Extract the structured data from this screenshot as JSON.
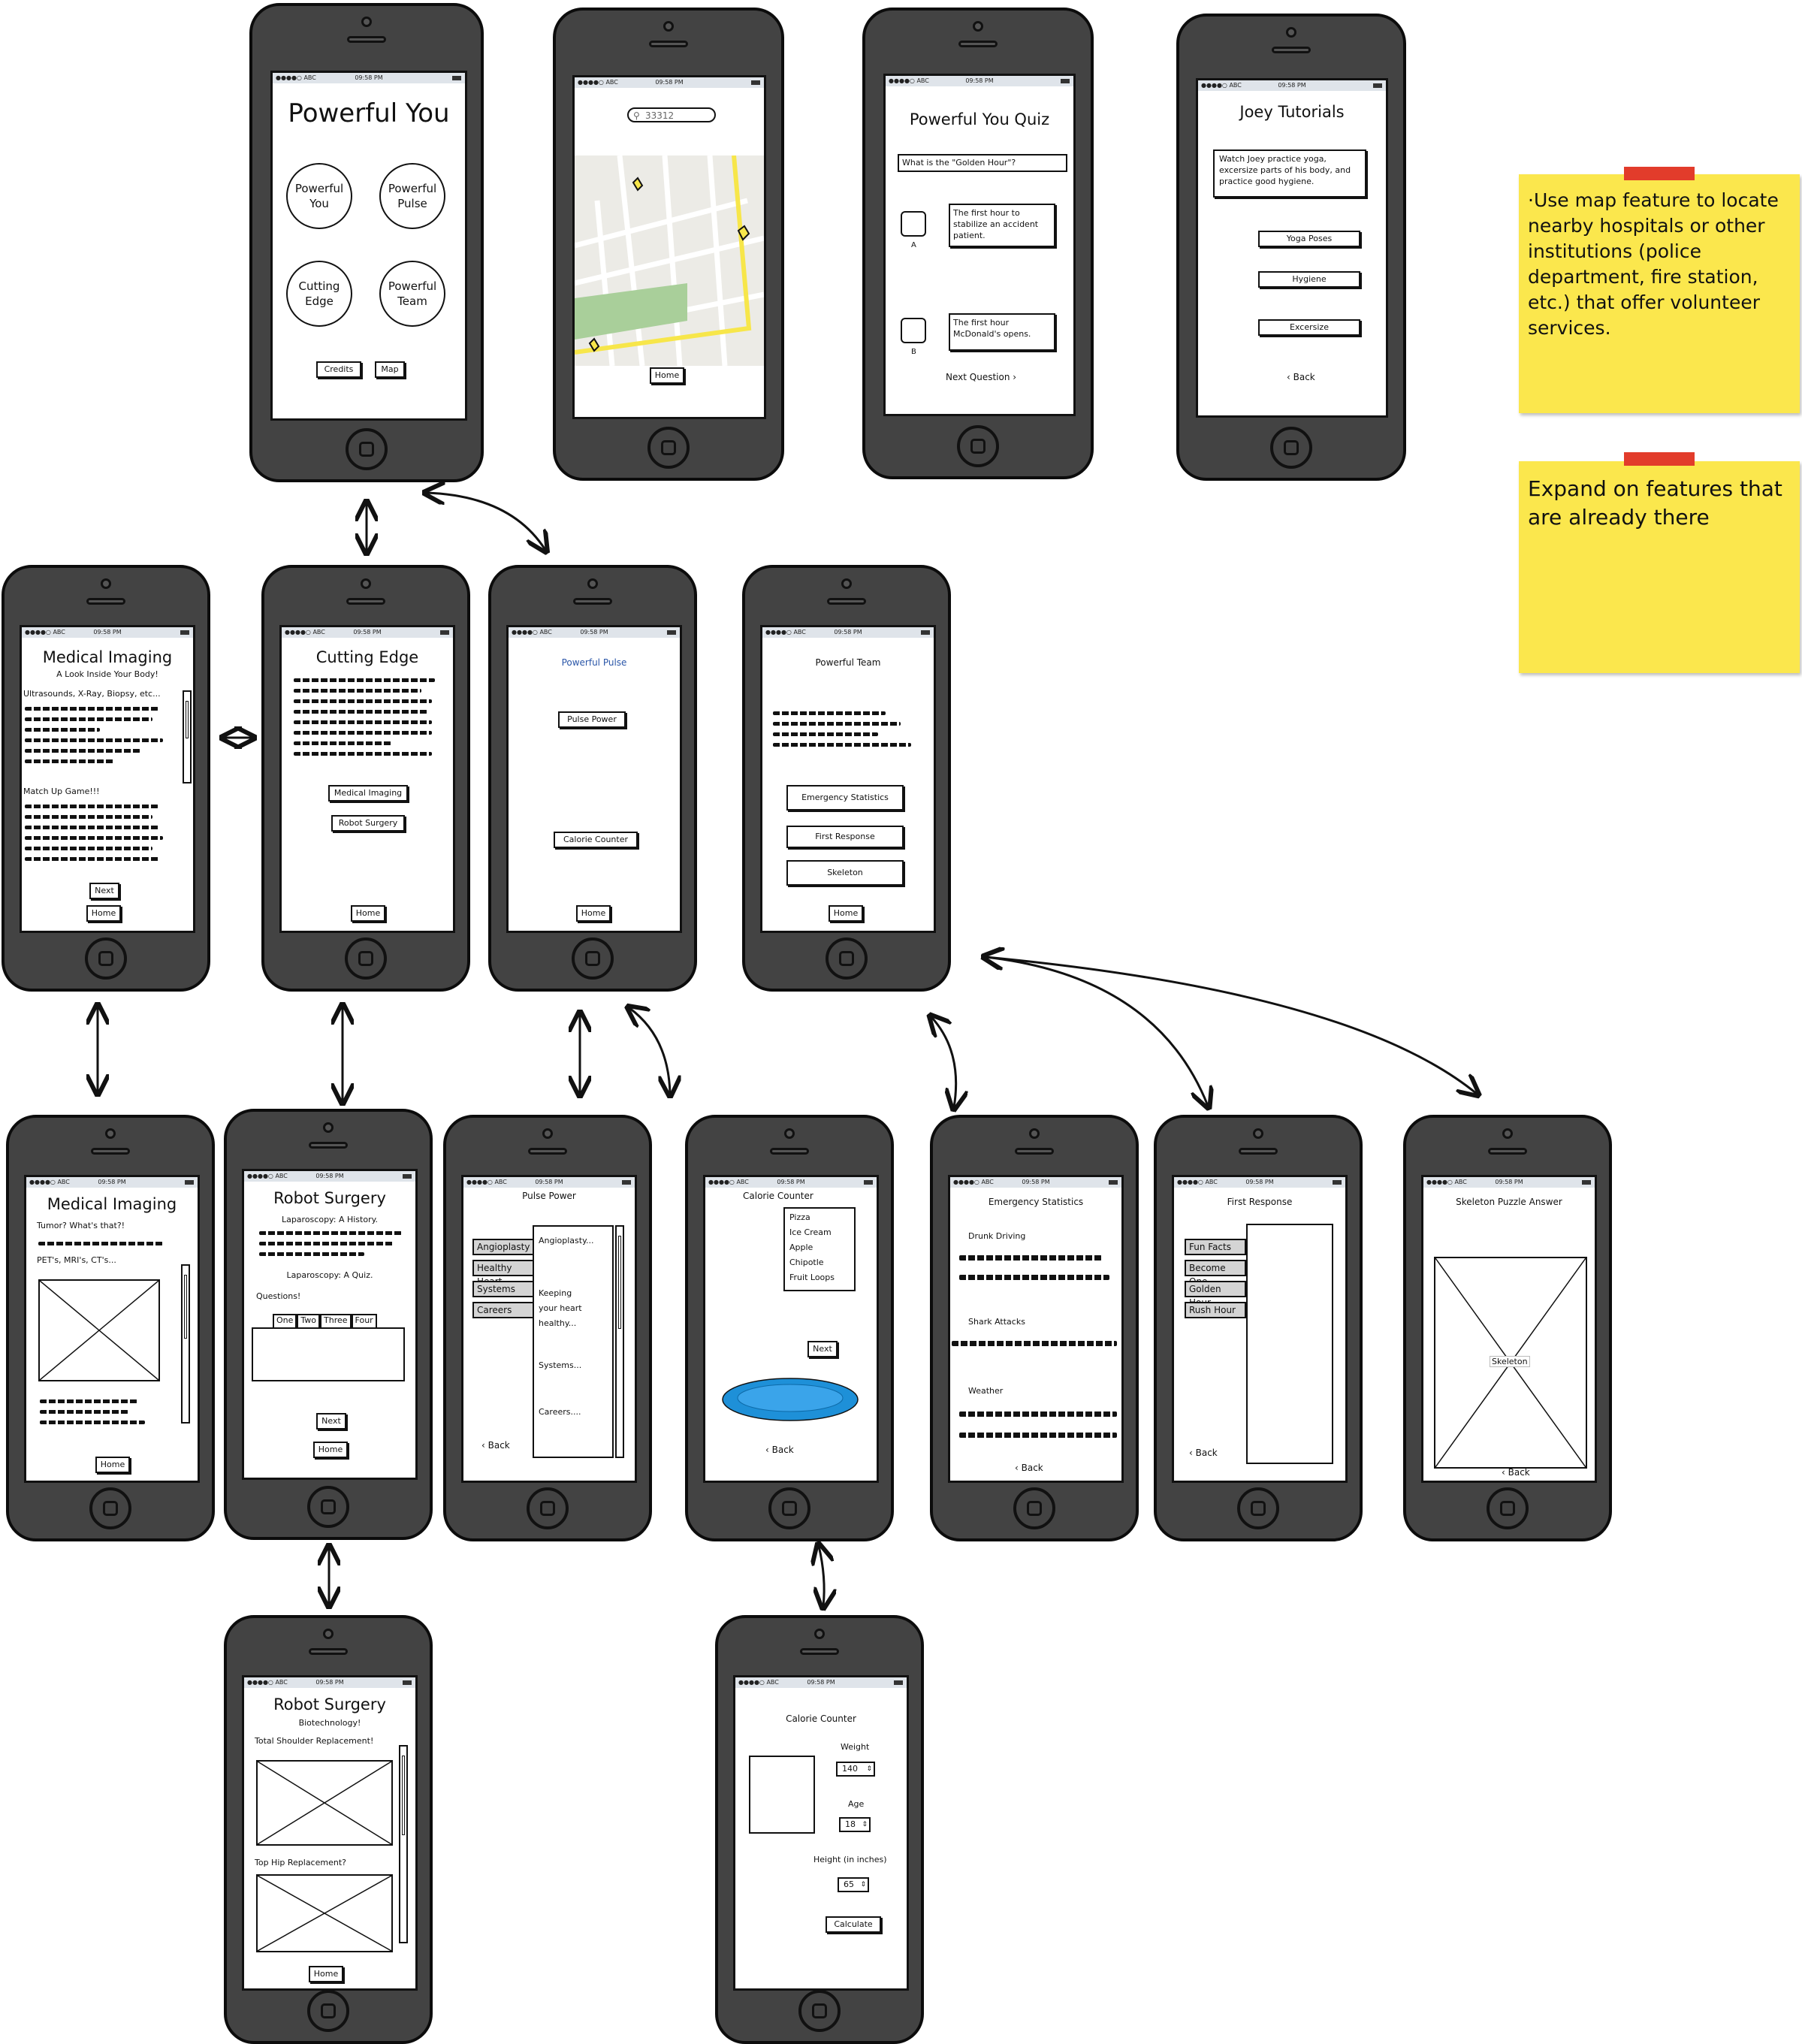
{
  "status": {
    "carrier": "●●●●○ ABC",
    "time": "09:58 PM"
  },
  "home": {
    "title": "Powerful You",
    "circles": [
      "Powerful You",
      "Powerful Pulse",
      "Cutting Edge",
      "Powerful Team"
    ],
    "credits": "Credits",
    "map": "Map"
  },
  "map_screen": {
    "search_value": "33312",
    "home": "Home"
  },
  "quiz": {
    "title": "Powerful You Quiz",
    "question": "What is the \"Golden Hour\"?",
    "answer_a": "The first hour to stabilize an accident patient.",
    "label_a": "A",
    "answer_b": "The first hour McDonald's opens.",
    "label_b": "B",
    "next": "Next Question"
  },
  "tutorials": {
    "title": "Joey Tutorials",
    "desc": "Watch Joey practice yoga, excersize parts of his body, and practice good hygiene.",
    "buttons": [
      "Yoga Poses",
      "Hygiene",
      "Excersize"
    ],
    "back": "Back"
  },
  "notes": {
    "note1": "·Use map feature to locate nearby hospitals or other institutions (police department, fire station, etc.) that offer volunteer services.",
    "note2": "Expand on features that are already there"
  },
  "med1": {
    "title": "Medical Imaging",
    "subtitle": "A Look Inside Your Body!",
    "line1": "Ultrasounds, X-Ray, Biopsy, etc...",
    "line2": "Match Up Game!!!",
    "next": "Next",
    "home": "Home"
  },
  "cutting": {
    "title": "Cutting Edge",
    "btn1": "Medical Imaging",
    "btn2": "Robot Surgery",
    "home": "Home"
  },
  "pulse": {
    "title": "Powerful Pulse",
    "btn1": "Pulse Power",
    "btn2": "Calorie Counter",
    "home": "Home"
  },
  "team": {
    "title": "Powerful Team",
    "btn1": "Emergency Statistics",
    "btn2": "First Response",
    "btn3": "Skeleton",
    "home": "Home"
  },
  "med2": {
    "title": "Medical Imaging",
    "line1": "Tumor? What's that?!",
    "line2": "PET's, MRI's, CT's...",
    "home": "Home"
  },
  "robot1": {
    "title": "Robot Surgery",
    "line1": "Laparoscopy: A History.",
    "line2": "Laparoscopy: A Quiz.",
    "line3": "Questions!",
    "tabs": [
      "One",
      "Two",
      "Three",
      "Four"
    ],
    "next": "Next",
    "home": "Home"
  },
  "pulsepower": {
    "title": "Pulse Power",
    "tabs": [
      "Angioplasty",
      "Healthy Heart",
      "Systems",
      "Careers"
    ],
    "content": [
      "Angioplasty...",
      "Keeping",
      "your heart",
      "healthy...",
      "Systems...",
      "Careers...."
    ],
    "back": "Back"
  },
  "calorie1": {
    "title": "Calorie Counter",
    "foods": [
      "Pizza",
      "Ice Cream",
      "Apple",
      "Chipotle",
      "Fruit Loops"
    ],
    "next": "Next",
    "back": "Back"
  },
  "emergency": {
    "title": "Emergency Statistics",
    "s1": "Drunk Driving",
    "s2": "Shark Attacks",
    "s3": "Weather",
    "back": "Back"
  },
  "firstresp": {
    "title": "First Response",
    "tabs": [
      "Fun Facts",
      "Become One",
      "Golden Hour",
      "Rush Hour"
    ],
    "back": "Back"
  },
  "skeleton": {
    "title": "Skeleton Puzzle Answer",
    "label": "Skeleton",
    "back": "Back"
  },
  "robot2": {
    "title": "Robot Surgery",
    "subtitle": "Biotechnology!",
    "line1": "Total Shoulder Replacement!",
    "line2": "Top Hip Replacement?",
    "home": "Home"
  },
  "calorie2": {
    "title": "Calorie Counter",
    "weight_label": "Weight",
    "weight": "140",
    "age_label": "Age",
    "age": "18",
    "height_label": "Height (in inches)",
    "height": "65",
    "calc": "Calculate"
  },
  "colors": {
    "phone": "#434343",
    "sticky": "#fbe74d",
    "tape": "#e23c2b",
    "link_blue": "#2a56a8",
    "plate": "#1e90d8",
    "map_road": "#f7e64a",
    "map_park": "#a9cf9a"
  }
}
